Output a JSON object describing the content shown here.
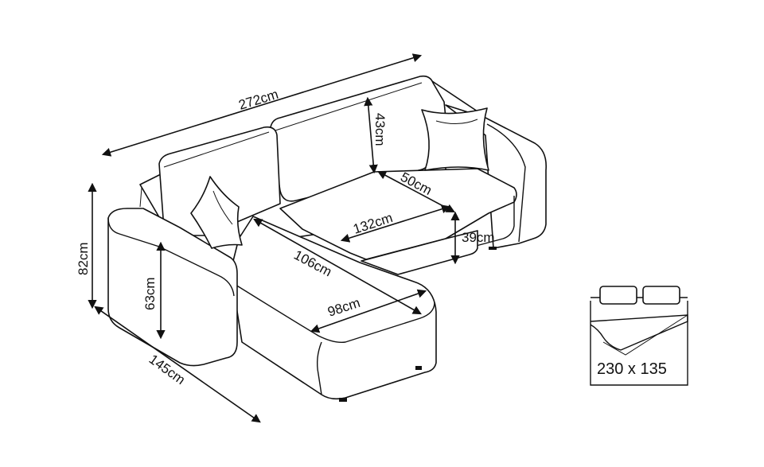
{
  "diagram": {
    "subject": "corner sofa bed dimensions",
    "dimensions": {
      "total_width": "272cm",
      "back_cushion_height": "43cm",
      "seat_depth": "50cm",
      "seat_width": "132cm",
      "seat_height": "39cm",
      "total_height": "82cm",
      "armrest_height": "63cm",
      "chaise_length": "106cm",
      "chaise_width": "98cm",
      "total_depth": "145cm"
    },
    "bed_icon": {
      "label": "230 x 135"
    }
  }
}
